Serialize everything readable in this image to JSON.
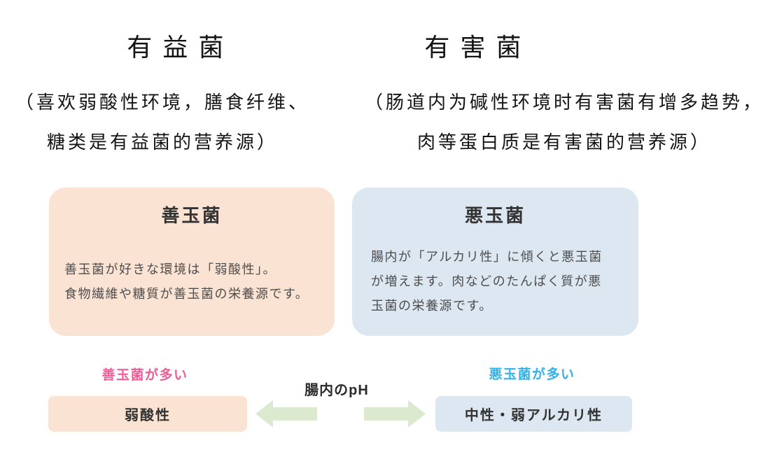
{
  "colors": {
    "peach": "#fbe3d4",
    "blue": "#dce7f2",
    "pink_text": "#ee5d9a",
    "blue_text": "#33b1e8",
    "green_arrow": "#dbe9ce",
    "title_text": "#333333",
    "body_text": "#4d4d4d"
  },
  "top": {
    "left": {
      "title": "有益菌",
      "desc": [
        "（喜欢弱酸性环境，膳食纤维、",
        "糖类是有益菌的营养源）"
      ]
    },
    "right": {
      "title": "有害菌",
      "desc": [
        "（肠道内为碱性环境时有害菌有增多趋势，",
        "肉等蛋白质是有害菌的营养源）"
      ]
    }
  },
  "cards": {
    "good": {
      "title": "善玉菌",
      "body": [
        "善玉菌が好きな環境は「弱酸性」。",
        "食物繊維や糖質が善玉菌の栄養源です。"
      ]
    },
    "bad": {
      "title": "悪玉菌",
      "body": [
        "腸内が「アルカリ性」に傾くと悪玉菌",
        "が増えます。肉などのたんぱく質が悪",
        "玉菌の栄養源です。"
      ]
    }
  },
  "ph_scale": {
    "label": "腸内のpH",
    "good_label": "善玉菌が多い",
    "bad_label": "悪玉菌が多い",
    "good_box": "弱酸性",
    "bad_box": "中性・弱アルカリ性"
  }
}
